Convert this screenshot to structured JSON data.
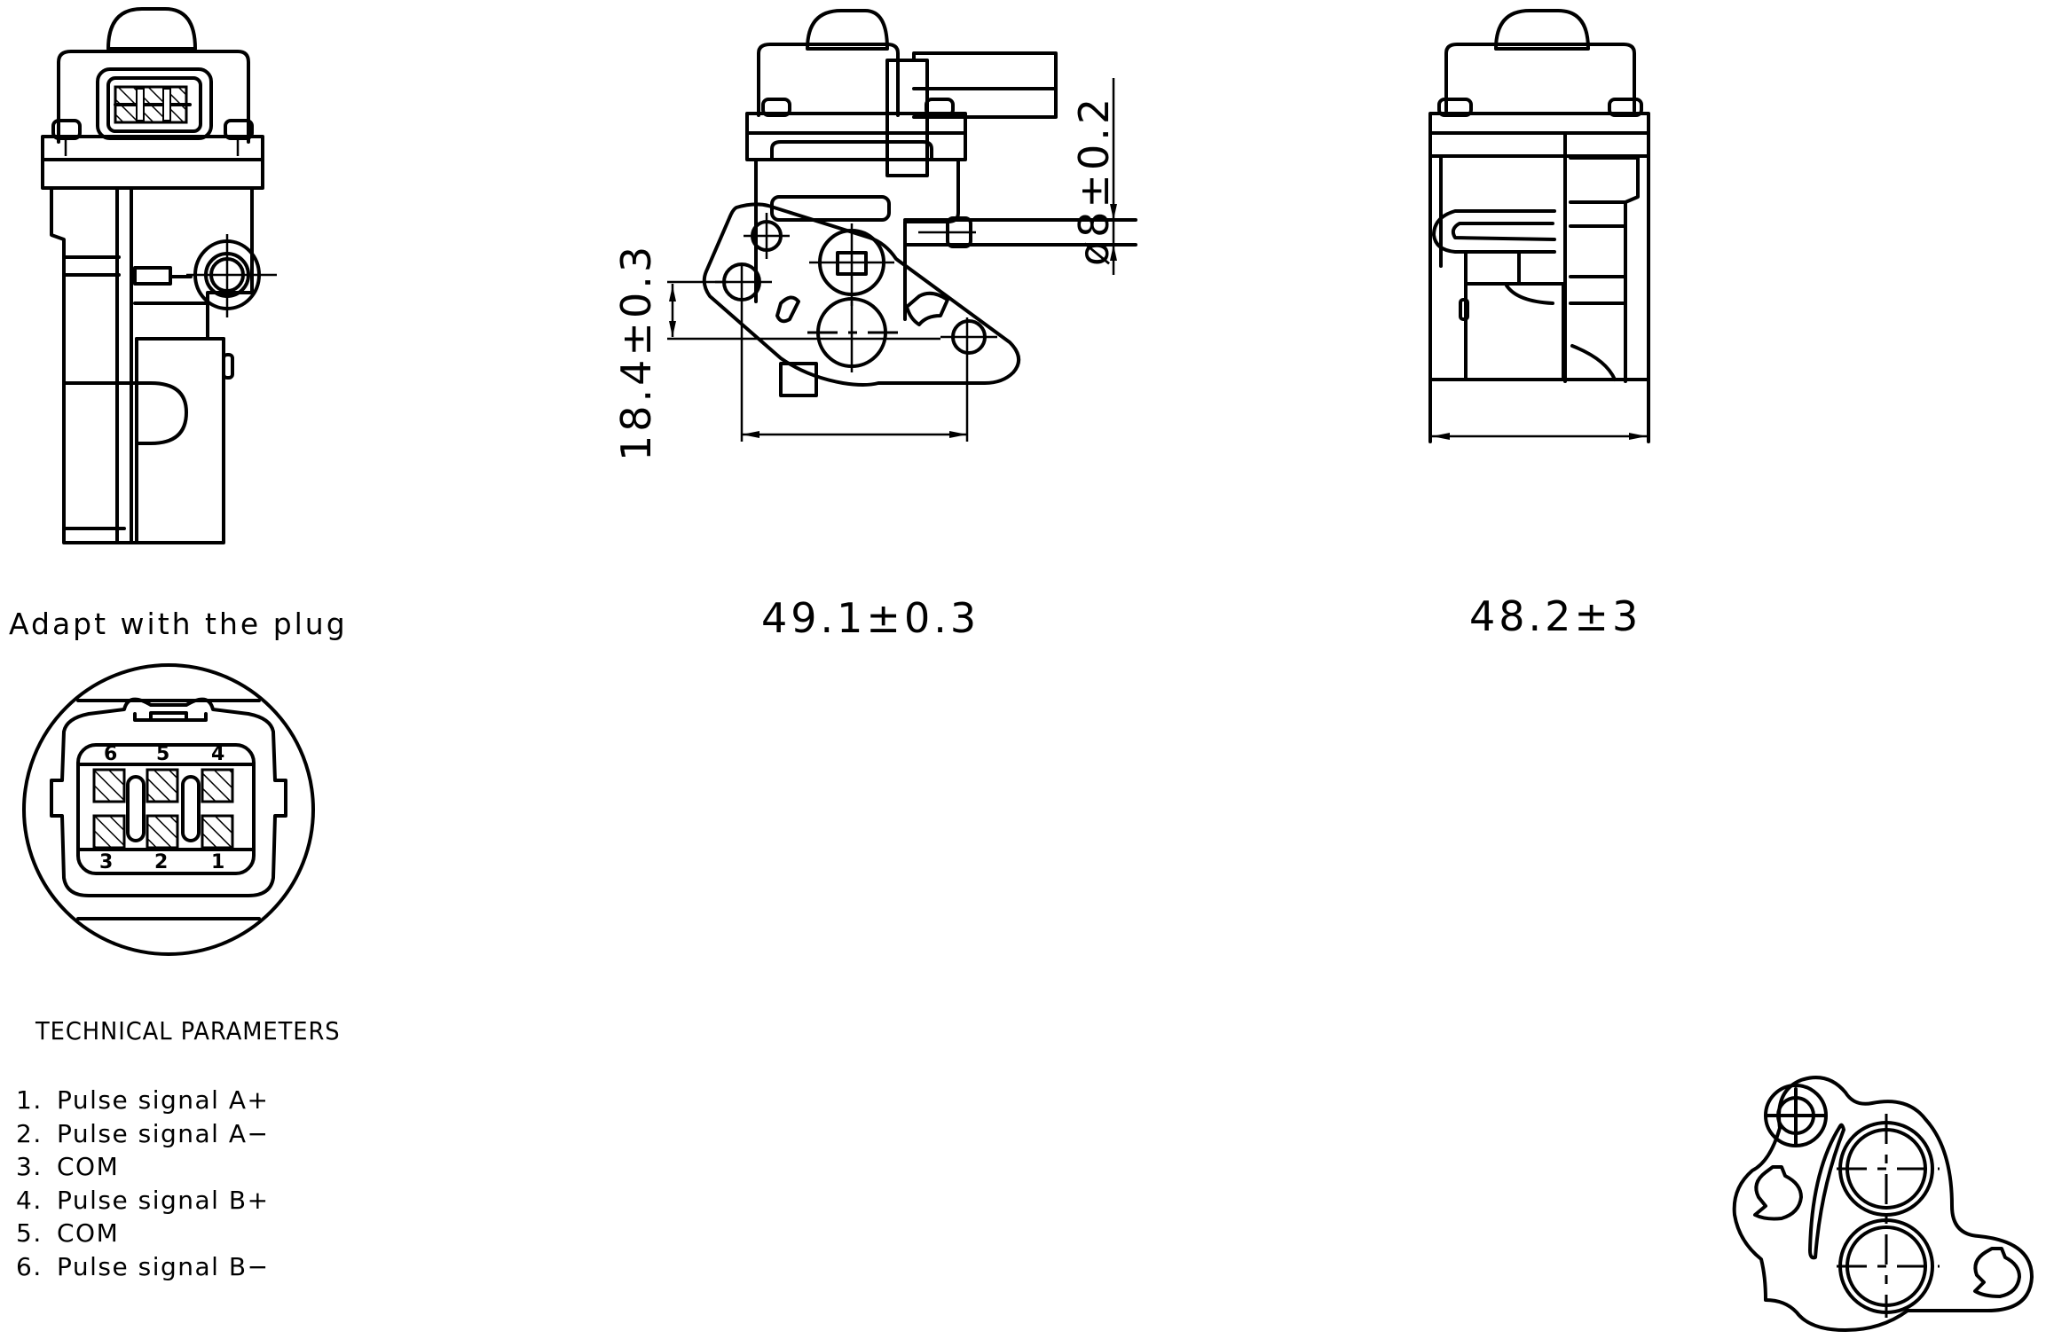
{
  "drawing": {
    "views": [
      "front-view",
      "side-view-flange",
      "rear-side-view",
      "flange-bottom-view",
      "connector-detail"
    ]
  },
  "connector": {
    "caption": "Adapt with the plug",
    "pins_top": [
      "6",
      "5",
      "4"
    ],
    "pins_bottom": [
      "3",
      "2",
      "1"
    ]
  },
  "technical_parameters": {
    "title": "TECHNICAL PARAMETERS",
    "items": [
      {
        "num": "1.",
        "label": "Pulse signal A+"
      },
      {
        "num": "2.",
        "label": "Pulse signal A−"
      },
      {
        "num": "3.",
        "label": "COM"
      },
      {
        "num": "4.",
        "label": "Pulse signal B+"
      },
      {
        "num": "5.",
        "label": "COM"
      },
      {
        "num": "6.",
        "label": "Pulse signal B−"
      }
    ]
  },
  "dimensions": {
    "flange_width": "49.1±0.3",
    "flange_height": "18.4±0.3",
    "pipe_diameter": "ø8±0.2",
    "body_width": "48.2±3"
  }
}
